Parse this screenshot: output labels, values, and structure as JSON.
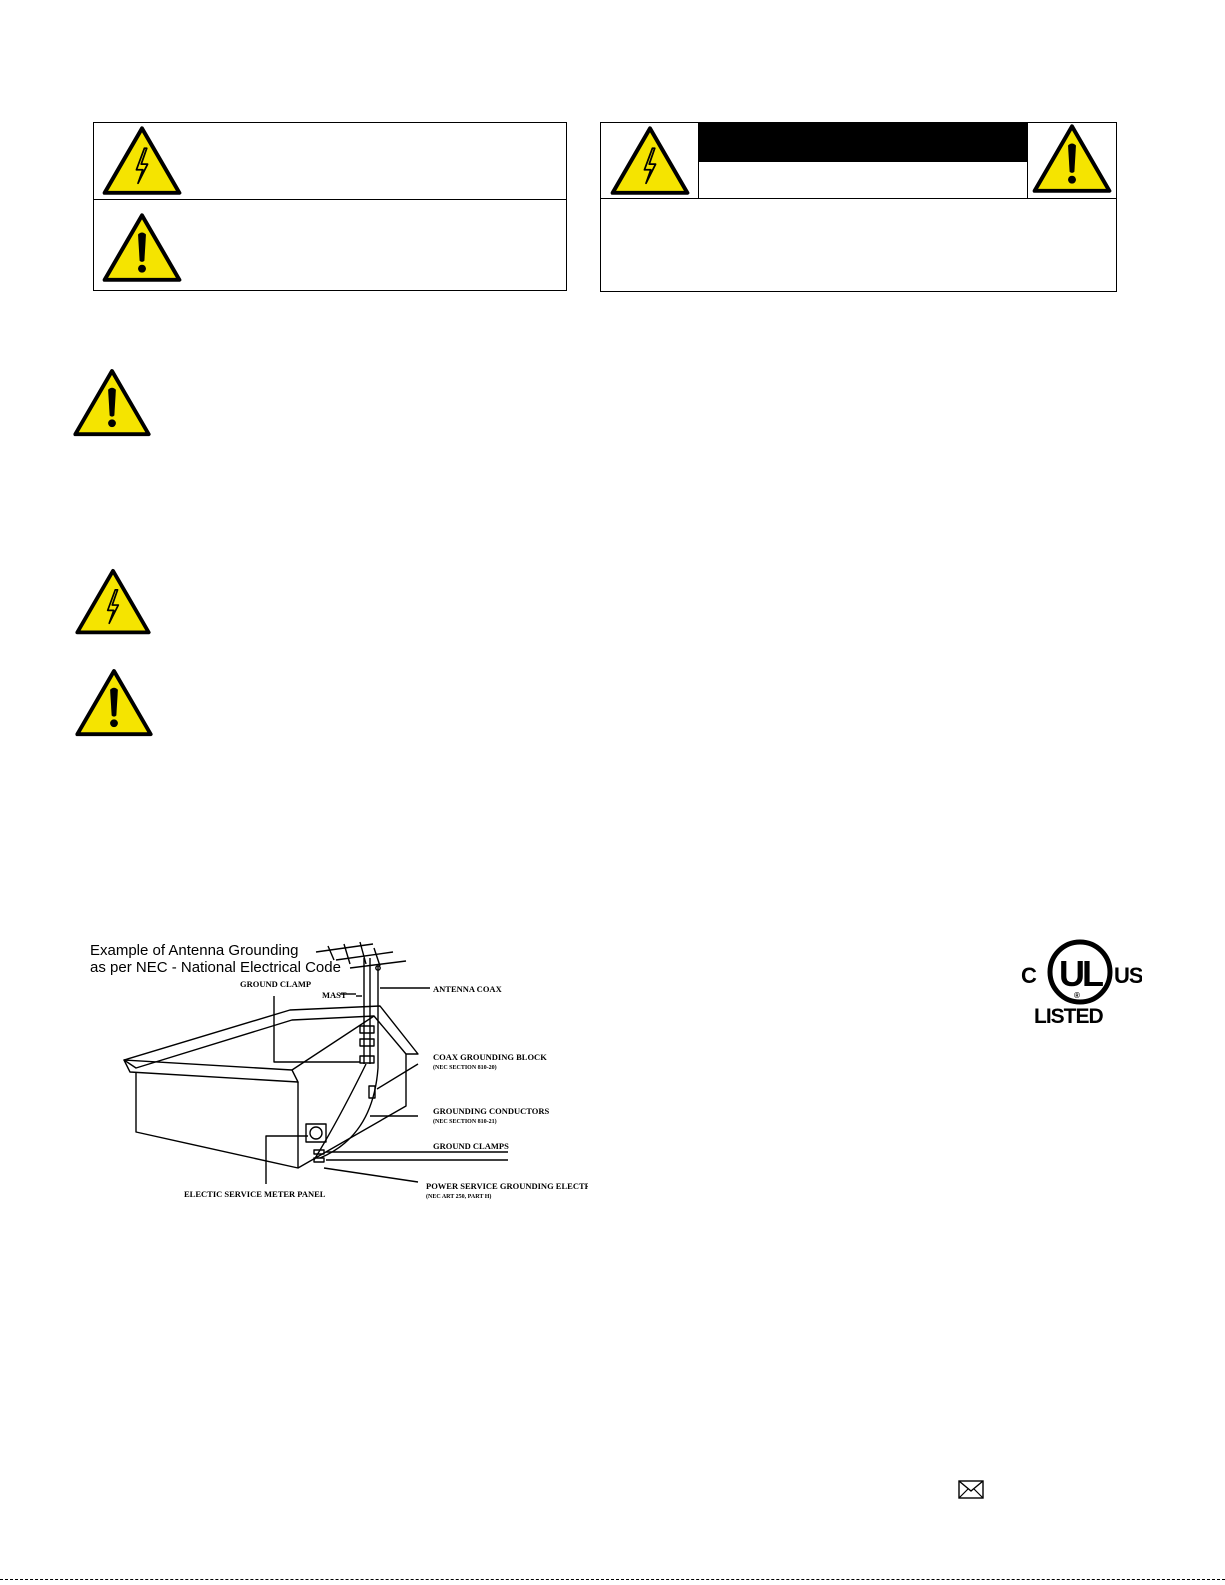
{
  "warning_table_left": {
    "row1_icon": "lightning-warning-icon",
    "row2_icon": "exclamation-warning-icon"
  },
  "warning_table_right": {
    "left_icon": "lightning-warning-icon",
    "right_icon": "exclamation-warning-icon"
  },
  "notices": [
    {
      "icon": "exclamation-warning-icon"
    },
    {
      "icon": "lightning-warning-icon"
    },
    {
      "icon": "exclamation-warning-icon"
    }
  ],
  "antenna_diagram": {
    "caption_line1": "Example of Antenna Grounding",
    "caption_line2": "as per NEC - National Electrical Code",
    "labels": {
      "ground_clamp": "GROUND CLAMP",
      "mast": "MAST",
      "antenna_coax": "ANTENNA COAX",
      "coax_grounding_block": "COAX GROUNDING BLOCK",
      "coax_grounding_block_ref": "(NEC SECTION 810-20)",
      "grounding_conductors": "GROUNDING CONDUCTORS",
      "grounding_conductors_ref": "(NEC SECTION 810-21)",
      "ground_clamps": "GROUND CLAMPS",
      "power_service": "POWER SERVICE GROUNDING ELECTRODE SYSTEM",
      "power_service_ref": "(NEC ART 250, PART H)",
      "electric_meter": "ELECTIC SERVICE METER PANEL"
    }
  },
  "ul_mark": {
    "left_letter": "C",
    "center": "UL",
    "registered": "®",
    "right_letters": "US",
    "listed": "LISTED"
  },
  "footer": {
    "icon": "envelope-icon"
  },
  "colors": {
    "warning_yellow": "#f5e400",
    "black": "#000000"
  }
}
